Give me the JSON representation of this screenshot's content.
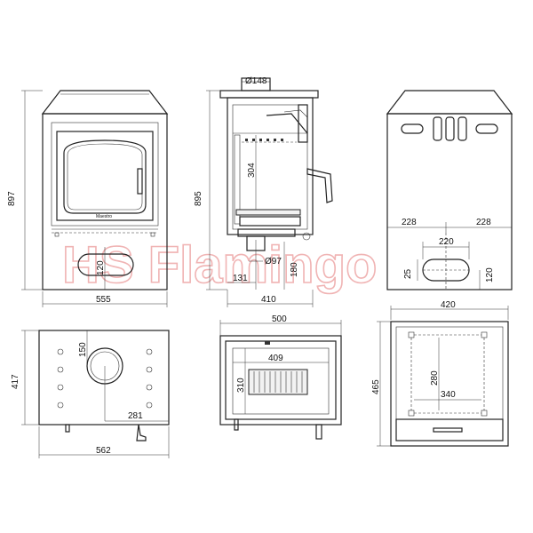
{
  "watermark": "HS Flamingo",
  "dimensions": {
    "front_height": "897",
    "front_width": "555",
    "front_ash_height": "120",
    "side_height": "895",
    "side_flue_diameter": "Ø148",
    "side_internal_height": "304",
    "side_outlet_diameter": "Ø97",
    "side_outlet_height": "180",
    "side_outlet_offset": "131",
    "side_depth": "410",
    "rear_left_offset": "228",
    "rear_right_offset": "228",
    "rear_slot_width": "220",
    "rear_slot_height": "25",
    "rear_slot_elevation": "120",
    "top_flue_offset": "150",
    "top_depth": "417",
    "top_flue_center": "281",
    "top_width": "562",
    "section_overall": "500",
    "section_firebox_width": "409",
    "section_firebox_height": "310",
    "base_overall": "420",
    "base_depth": "465",
    "base_hole_depth": "280",
    "base_hole_width": "340"
  }
}
